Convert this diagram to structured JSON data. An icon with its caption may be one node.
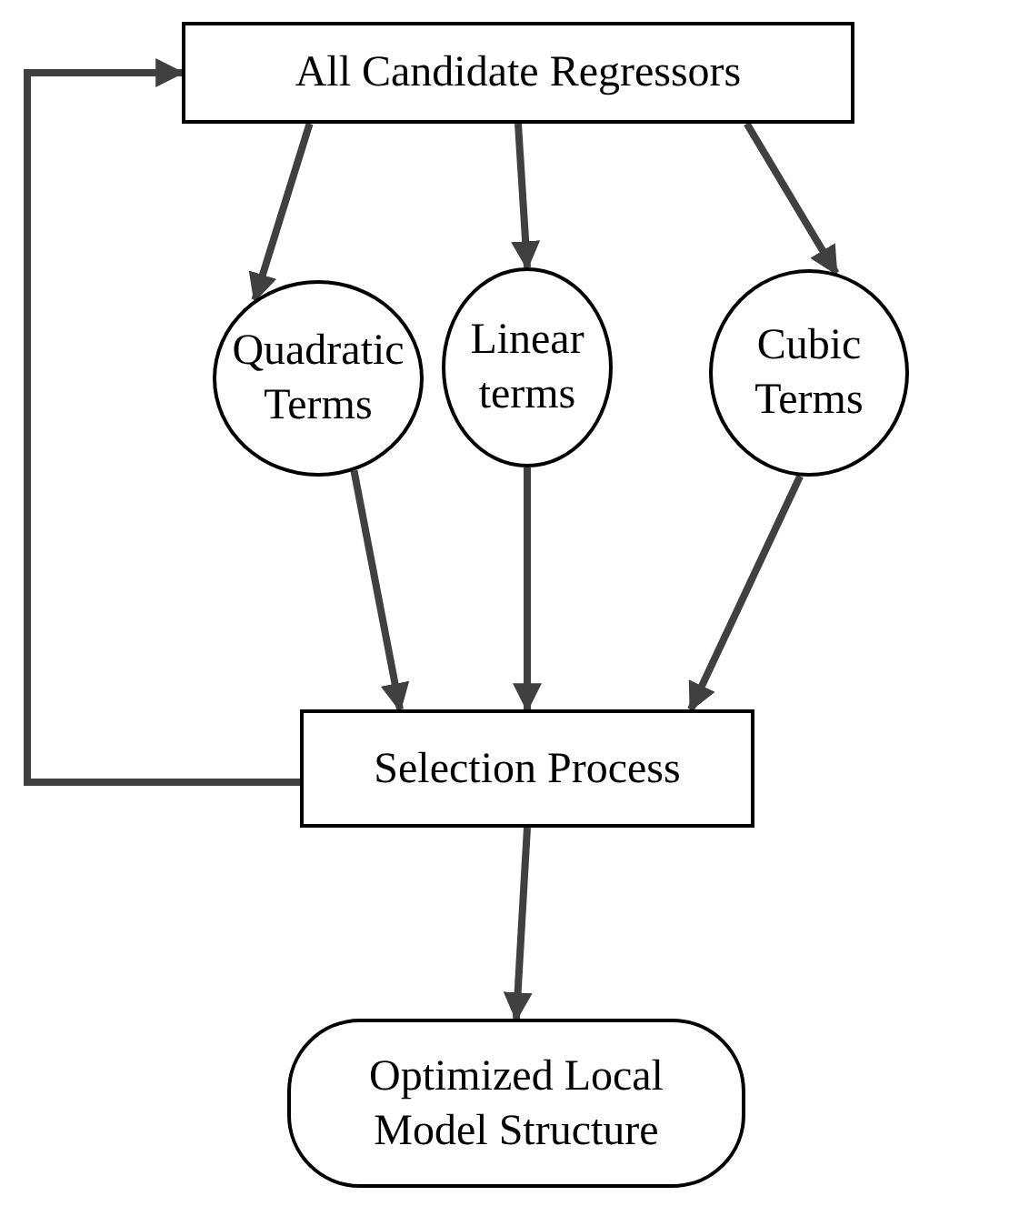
{
  "diagram": {
    "nodes": [
      {
        "text": [
          "All Candidate Regressors"
        ]
      },
      {
        "text": [
          "Quadratic Terms"
        ]
      },
      {
        "text": [
          "Linear terms"
        ]
      },
      {
        "text": [
          "Cubic Terms"
        ]
      },
      {
        "text": [
          "Selection Process"
        ]
      },
      {
        "text": [
          "Optimized Local Model Structure"
        ]
      }
    ],
    "edges": [
      {
        "from": 0,
        "to": 1,
        "arrow": "to"
      },
      {
        "from": 0,
        "to": 2,
        "arrow": "to"
      },
      {
        "from": 0,
        "to": 3,
        "arrow": "to"
      },
      {
        "from": 1,
        "to": 4,
        "arrow": "to"
      },
      {
        "from": 2,
        "to": 4,
        "arrow": "to"
      },
      {
        "from": 3,
        "to": 4,
        "arrow": "to"
      },
      {
        "from": 4,
        "to": 5,
        "arrow": "to"
      },
      {
        "from": 4,
        "to": 0,
        "arrow": "to"
      }
    ]
  }
}
